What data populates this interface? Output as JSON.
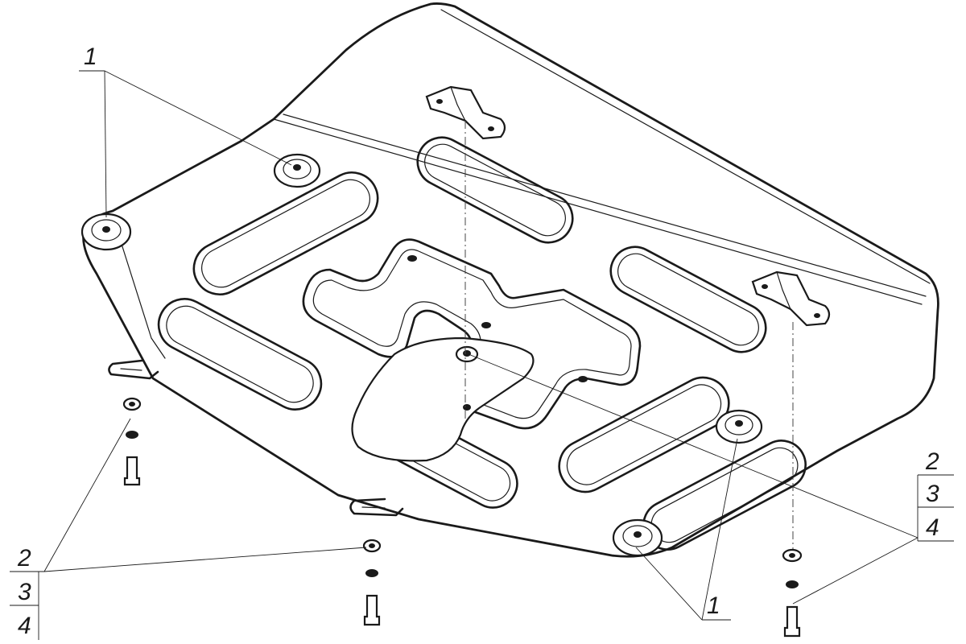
{
  "callouts": {
    "top_left": "1",
    "bottom_right": "1",
    "left_stack": [
      "2",
      "3",
      "4"
    ],
    "right_stack": [
      "2",
      "3",
      "4"
    ]
  }
}
